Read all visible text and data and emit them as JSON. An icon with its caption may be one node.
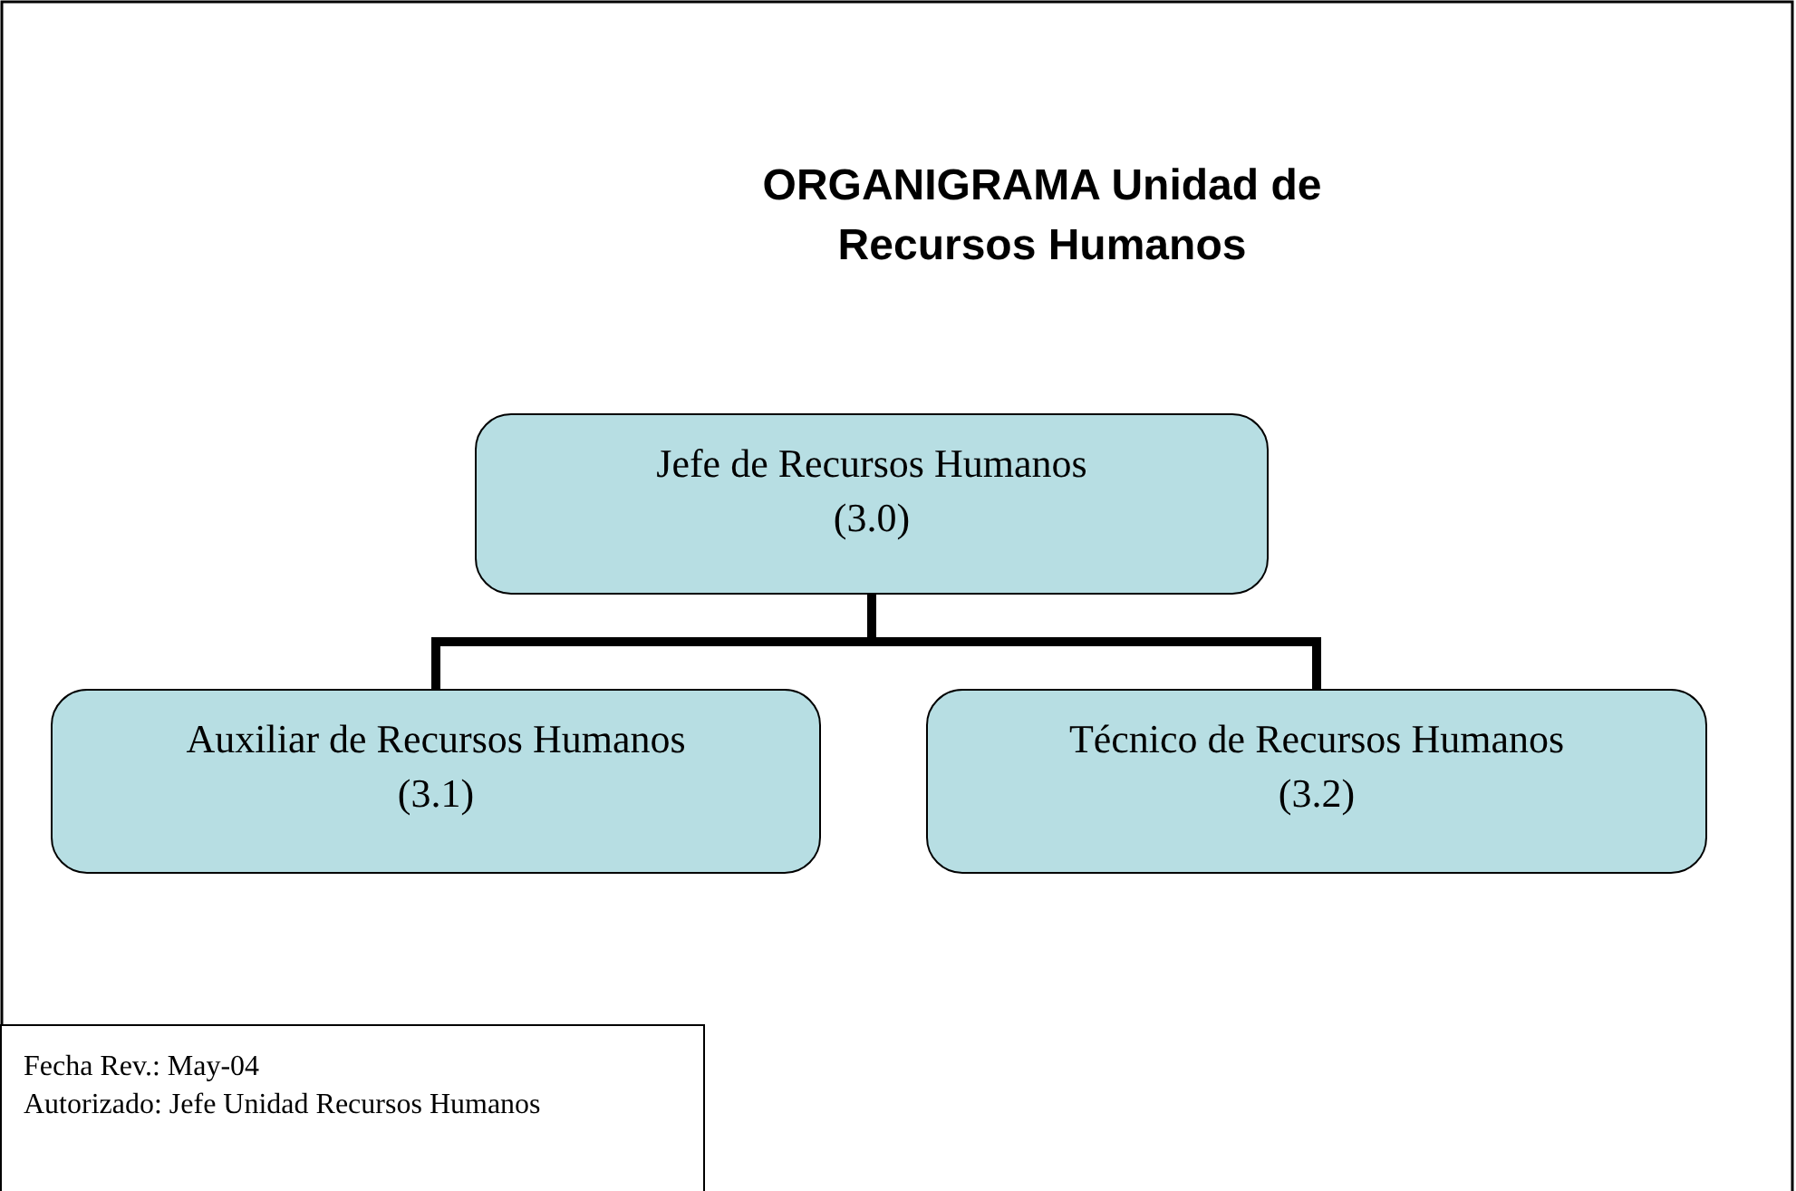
{
  "diagram": {
    "title": "ORGANIGRAMA Unidad de Recursos Humanos",
    "nodes": [
      {
        "text": [
          "Jefe de Recursos Humanos",
          "(3.0)"
        ]
      },
      {
        "text": [
          "Auxiliar de Recursos Humanos",
          "(3.1)"
        ]
      },
      {
        "text": [
          "Técnico de Recursos Humanos",
          "(3.2)"
        ]
      },
      {
        "text": [
          "Fecha Rev.: May-04",
          "Autorizado: Jefe Unidad Recursos Humanos"
        ]
      }
    ],
    "edges": [
      {
        "from": 0,
        "to": 1,
        "arrow": "none"
      },
      {
        "from": 0,
        "to": 2,
        "arrow": "none"
      }
    ]
  }
}
